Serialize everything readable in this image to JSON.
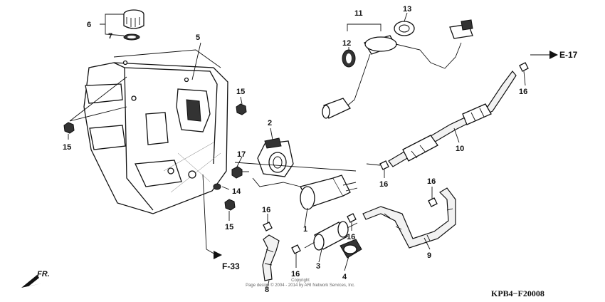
{
  "callouts": [
    "1",
    "2",
    "3",
    "4",
    "5",
    "6",
    "7",
    "8",
    "9",
    "10",
    "11",
    "12",
    "13",
    "14",
    "15",
    "16",
    "17"
  ],
  "refs": {
    "front": "FR.",
    "ref_upper": "E-17",
    "ref_lower": "F-33"
  },
  "diagram_code": "KPB4−F20008",
  "copyright": {
    "line1": "Copyright",
    "line2": "Page design © 2004 - 2014 by ARI Network Services, Inc."
  }
}
